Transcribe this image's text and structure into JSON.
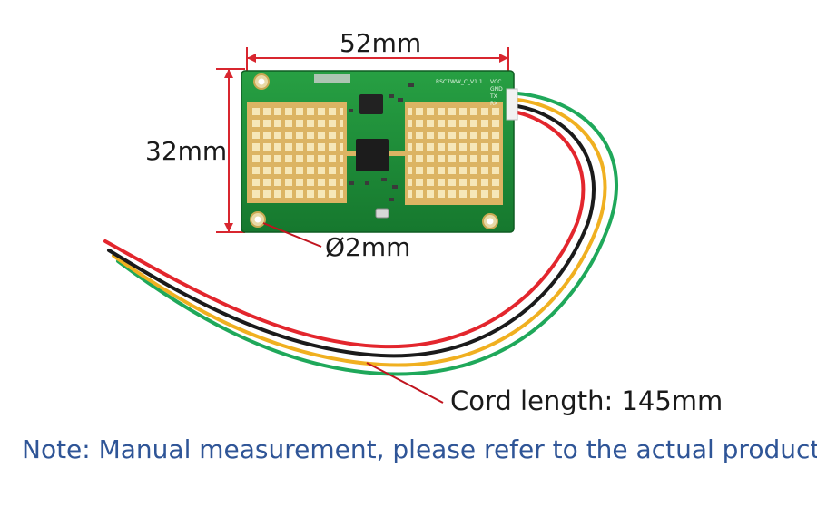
{
  "dimensions": {
    "width_label": "52mm",
    "height_label": "32mm",
    "hole_label": "Ø2mm",
    "cord_label": "Cord length: 145mm"
  },
  "note": "Note: Manual measurement, please refer to the actual product",
  "board": {
    "silkscreen_model": "RSC7WW_C_V1.1",
    "pin_labels": [
      "VCC",
      "GND",
      "TX",
      "RX"
    ]
  },
  "colors": {
    "pcb": "#1f8f3a",
    "gold": "#dcb463",
    "note_text": "#2f5597",
    "pointer": "#c0141e",
    "wires": [
      "#e3262d",
      "#1b1b1b",
      "#f0b020",
      "#1fa85a"
    ]
  }
}
